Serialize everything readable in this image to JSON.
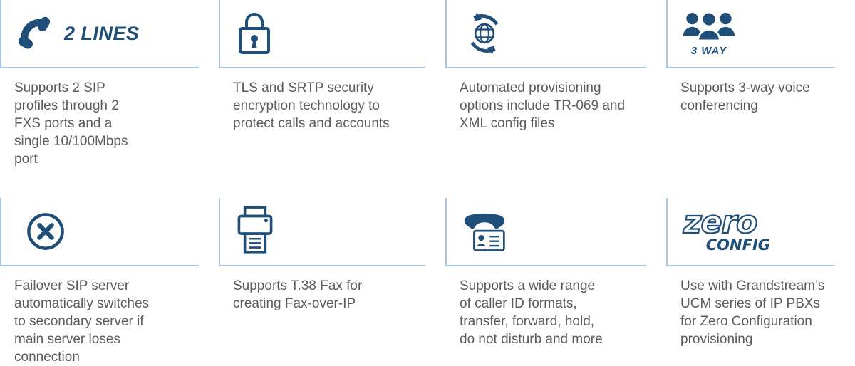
{
  "theme": {
    "accent_navy": "#1f4e79",
    "divider_blue": "#a6c5e3",
    "text_gray": "#5b5b5b"
  },
  "features": [
    {
      "id": "two-lines",
      "icon": "phone-handset-icon",
      "badge": "2 LINES",
      "description": "Supports 2 SIP profiles through 2 FXS ports and a single 10/100Mbps port"
    },
    {
      "id": "security",
      "icon": "padlock-icon",
      "description": "TLS and SRTP security encryption technology to protect calls and accounts"
    },
    {
      "id": "provisioning",
      "icon": "globe-sync-icon",
      "description": "Automated provisioning options include TR-069 and XML config files"
    },
    {
      "id": "three-way",
      "icon": "three-way-people-icon",
      "badge": "3 WAY",
      "description": "Supports 3-way voice conferencing"
    },
    {
      "id": "failover",
      "icon": "failover-x-icon",
      "description": "Failover SIP server automatically switches to secondary server if main server loses connection"
    },
    {
      "id": "fax",
      "icon": "fax-printer-icon",
      "description": "Supports T.38 Fax for creating Fax-over-IP"
    },
    {
      "id": "caller-id",
      "icon": "caller-id-phone-icon",
      "description": "Supports a wide range of caller ID formats, transfer, forward, hold, do not disturb and more"
    },
    {
      "id": "zero-config",
      "icon": "zero-config-logo",
      "logo_top": "zero",
      "logo_bottom": "CONFIG",
      "description": "Use with Grandstream’s UCM series of IP PBXs for Zero Configuration provisioning"
    }
  ]
}
